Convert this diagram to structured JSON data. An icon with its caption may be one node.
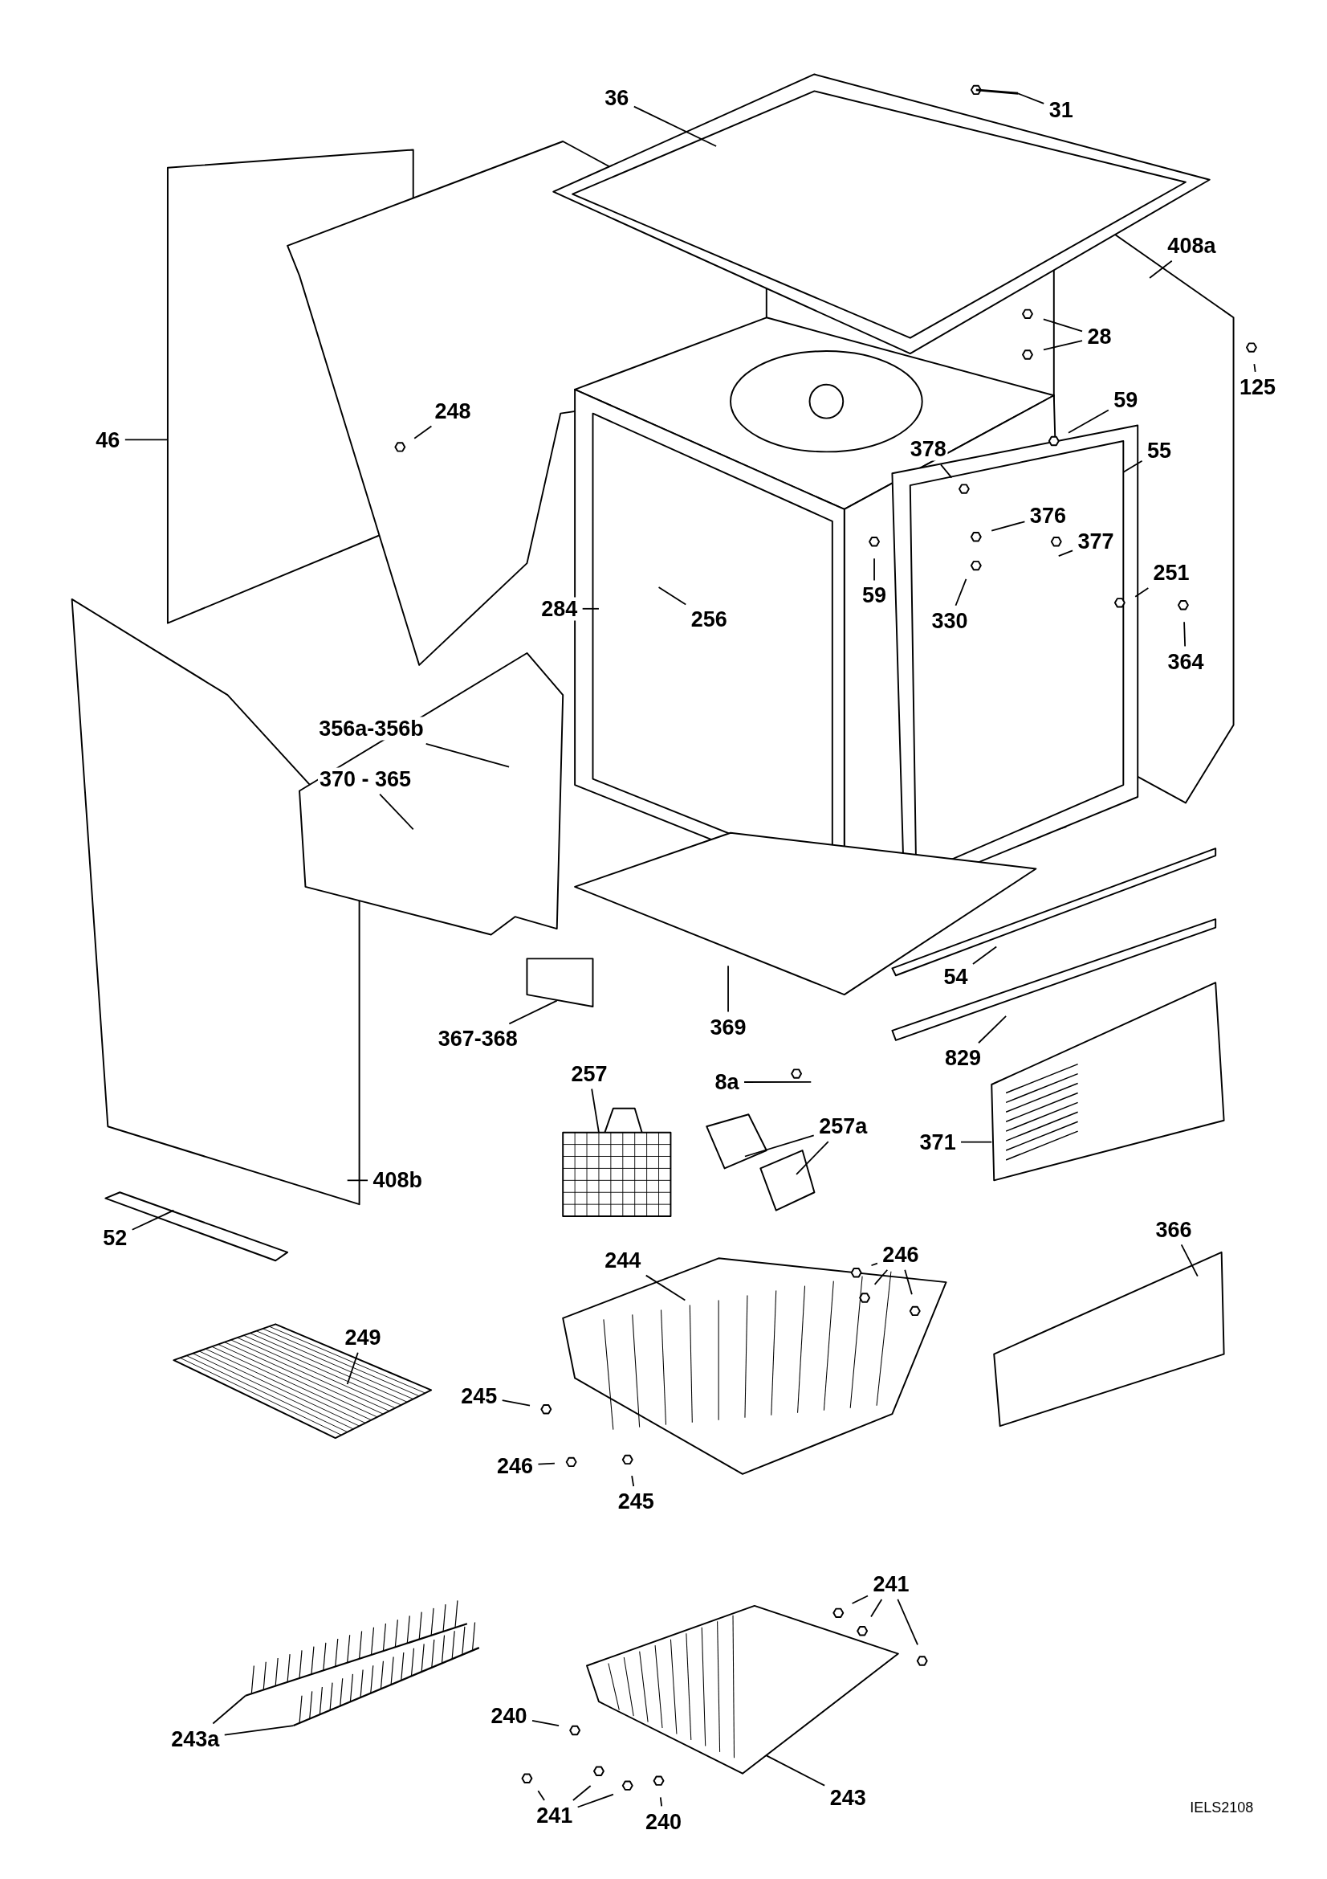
{
  "diagram": {
    "nodes": [
      {
        "text": [
          "36"
        ]
      },
      {
        "text": [
          "31"
        ]
      },
      {
        "text": [
          "408a"
        ]
      },
      {
        "text": [
          "28"
        ]
      },
      {
        "text": [
          "125"
        ]
      },
      {
        "text": [
          "248"
        ]
      },
      {
        "text": [
          "46"
        ]
      },
      {
        "text": [
          "59"
        ]
      },
      {
        "text": [
          "55"
        ]
      },
      {
        "text": [
          "378"
        ]
      },
      {
        "text": [
          "376"
        ]
      },
      {
        "text": [
          "377"
        ]
      },
      {
        "text": [
          "284"
        ]
      },
      {
        "text": [
          "59"
        ]
      },
      {
        "text": [
          "256"
        ]
      },
      {
        "text": [
          "330"
        ]
      },
      {
        "text": [
          "251"
        ]
      },
      {
        "text": [
          "364"
        ]
      },
      {
        "text": [
          "356a-356b"
        ]
      },
      {
        "text": [
          "370 - 365"
        ]
      },
      {
        "text": [
          "54"
        ]
      },
      {
        "text": [
          "369"
        ]
      },
      {
        "text": [
          "829"
        ]
      },
      {
        "text": [
          "367-368"
        ]
      },
      {
        "text": [
          "257"
        ]
      },
      {
        "text": [
          "8a"
        ]
      },
      {
        "text": [
          "257a"
        ]
      },
      {
        "text": [
          "371"
        ]
      },
      {
        "text": [
          "408b"
        ]
      },
      {
        "text": [
          "52"
        ]
      },
      {
        "text": [
          "366"
        ]
      },
      {
        "text": [
          "244"
        ]
      },
      {
        "text": [
          "246"
        ]
      },
      {
        "text": [
          "249"
        ]
      },
      {
        "text": [
          "245"
        ]
      },
      {
        "text": [
          "246"
        ]
      },
      {
        "text": [
          "245"
        ]
      },
      {
        "text": [
          "241"
        ]
      },
      {
        "text": [
          "240"
        ]
      },
      {
        "text": [
          "243a"
        ]
      },
      {
        "text": [
          "243"
        ]
      },
      {
        "text": [
          "241"
        ]
      },
      {
        "text": [
          "240"
        ]
      }
    ],
    "edges": [
      {
        "from": 0,
        "to": null,
        "arrow": "none"
      },
      {
        "from": 1,
        "to": null,
        "arrow": "none"
      },
      {
        "from": 2,
        "to": null,
        "arrow": "none"
      },
      {
        "from": 3,
        "to": null,
        "arrow": "none"
      },
      {
        "from": 3,
        "to": null,
        "arrow": "none"
      },
      {
        "from": 4,
        "to": null,
        "arrow": "none"
      },
      {
        "from": 5,
        "to": null,
        "arrow": "none"
      },
      {
        "from": 6,
        "to": null,
        "arrow": "none"
      },
      {
        "from": 7,
        "to": null,
        "arrow": "none"
      },
      {
        "from": 8,
        "to": null,
        "arrow": "none"
      },
      {
        "from": 9,
        "to": null,
        "arrow": "none"
      },
      {
        "from": 10,
        "to": null,
        "arrow": "none"
      },
      {
        "from": 11,
        "to": null,
        "arrow": "none"
      },
      {
        "from": 12,
        "to": null,
        "arrow": "none"
      },
      {
        "from": 13,
        "to": null,
        "arrow": "none"
      },
      {
        "from": 14,
        "to": null,
        "arrow": "none"
      },
      {
        "from": 15,
        "to": null,
        "arrow": "none"
      },
      {
        "from": 16,
        "to": null,
        "arrow": "none"
      },
      {
        "from": 17,
        "to": null,
        "arrow": "none"
      },
      {
        "from": 18,
        "to": null,
        "arrow": "none"
      },
      {
        "from": 19,
        "to": null,
        "arrow": "none"
      },
      {
        "from": 20,
        "to": null,
        "arrow": "none"
      },
      {
        "from": 21,
        "to": null,
        "arrow": "none"
      },
      {
        "from": 22,
        "to": null,
        "arrow": "none"
      },
      {
        "from": 23,
        "to": null,
        "arrow": "none"
      },
      {
        "from": 24,
        "to": null,
        "arrow": "none"
      },
      {
        "from": 25,
        "to": null,
        "arrow": "none"
      },
      {
        "from": 26,
        "to": null,
        "arrow": "none"
      },
      {
        "from": 26,
        "to": null,
        "arrow": "none"
      },
      {
        "from": 27,
        "to": null,
        "arrow": "none"
      },
      {
        "from": 28,
        "to": null,
        "arrow": "none"
      },
      {
        "from": 29,
        "to": null,
        "arrow": "none"
      },
      {
        "from": 30,
        "to": null,
        "arrow": "none"
      },
      {
        "from": 31,
        "to": null,
        "arrow": "none"
      },
      {
        "from": 32,
        "to": null,
        "arrow": "none"
      },
      {
        "from": 32,
        "to": null,
        "arrow": "none"
      },
      {
        "from": 32,
        "to": null,
        "arrow": "none"
      },
      {
        "from": 33,
        "to": null,
        "arrow": "none"
      },
      {
        "from": 34,
        "to": null,
        "arrow": "none"
      },
      {
        "from": 35,
        "to": null,
        "arrow": "none"
      },
      {
        "from": 36,
        "to": null,
        "arrow": "none"
      },
      {
        "from": 37,
        "to": null,
        "arrow": "none"
      },
      {
        "from": 37,
        "to": null,
        "arrow": "none"
      },
      {
        "from": 37,
        "to": null,
        "arrow": "none"
      },
      {
        "from": 38,
        "to": null,
        "arrow": "none"
      },
      {
        "from": 39,
        "to": null,
        "arrow": "none"
      },
      {
        "from": 39,
        "to": null,
        "arrow": "none"
      },
      {
        "from": 40,
        "to": null,
        "arrow": "none"
      },
      {
        "from": 41,
        "to": null,
        "arrow": "none"
      },
      {
        "from": 41,
        "to": null,
        "arrow": "none"
      },
      {
        "from": 41,
        "to": null,
        "arrow": "none"
      },
      {
        "from": 42,
        "to": null,
        "arrow": "none"
      }
    ],
    "labels": [
      "IELS2108"
    ]
  }
}
